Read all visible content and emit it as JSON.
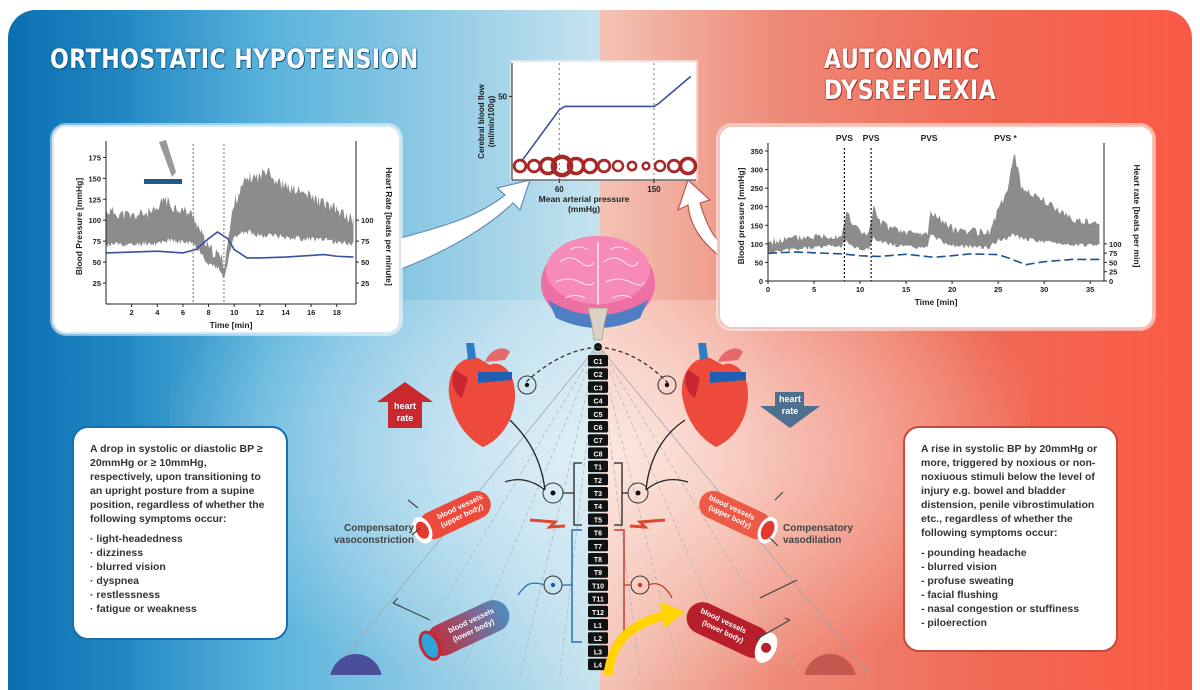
{
  "left": {
    "title": "ORTHOSTATIC HYPOTENSION",
    "accent": "#0a6fb0",
    "heart_rate_arrow": {
      "label_line1": "heart",
      "label_line2": "rate",
      "direction": "up",
      "color": "#c8282e"
    },
    "vessel_upper_label": {
      "line1": "blood vessels",
      "line2": "(upper body)"
    },
    "vessel_lower_label": {
      "line1": "blood vessels",
      "line2": "(lower body)"
    },
    "compensation_label": {
      "line1": "Compensatory",
      "line2": "vasoconstriction"
    },
    "definition": {
      "text": "A drop in systolic or diastolic BP ≥ 20mmHg or ≥ 10mmHg, respectively, upon transitioning to an upright posture from a supine position, regardless of whether the following symptoms occur:",
      "bullet": "·",
      "symptoms": [
        "light-headedness",
        "dizziness",
        "blurred vision",
        "dyspnea",
        "restlessness",
        "fatigue or weakness"
      ]
    }
  },
  "right": {
    "title": "AUTONOMIC DYSREFLEXIA",
    "accent": "#f05a46",
    "heart_rate_arrow": {
      "label_line1": "heart",
      "label_line2": "rate",
      "direction": "down",
      "color": "#4f6f8f"
    },
    "vessel_upper_label": {
      "line1": "blood vessels",
      "line2": "(upper body)"
    },
    "vessel_lower_label": {
      "line1": "blood vessels",
      "line2": "(lower body)"
    },
    "compensation_label": {
      "line1": "Compensatory",
      "line2": "vasodilation"
    },
    "definition": {
      "text": "A rise in systolic BP by 20mmHg or more, triggered by noxious or non-noxiuous stimuli below the level of injury e.g. bowel and bladder distension, penile vibrostimulation etc., regardless of whether the following symptoms occur:",
      "bullet": "-",
      "symptoms": [
        "pounding headache",
        "blurred vision",
        "profuse sweating",
        "facial flushing",
        "nasal congestion or stuffiness",
        "piloerection"
      ]
    }
  },
  "spine": {
    "segments": [
      "C1",
      "C2",
      "C3",
      "C4",
      "C5",
      "C6",
      "C7",
      "C8",
      "T1",
      "T2",
      "T3",
      "T4",
      "T5",
      "T6",
      "T7",
      "T8",
      "T9",
      "T10",
      "T11",
      "T12",
      "L1",
      "L2",
      "L3",
      "L4"
    ]
  },
  "chart_data": [
    {
      "id": "oh-chart",
      "type": "area",
      "title": "",
      "xlabel": "Time [min]",
      "ylabel": "Blood Pressure [mmHg]",
      "y2label": "Heart Rate [beats per minute]",
      "x_ticks": [
        2,
        4,
        6,
        8,
        10,
        12,
        14,
        16,
        18
      ],
      "y_ticks": [
        25,
        50,
        75,
        100,
        125,
        150,
        175
      ],
      "y2_ticks": [
        25,
        50,
        75,
        100
      ],
      "xlim": [
        0,
        19.5
      ],
      "ylim": [
        0,
        185
      ],
      "markers_x": [
        6.8,
        9.2
      ],
      "series": [
        {
          "name": "Blood pressure (systolic-diastolic band)",
          "color": "#8c8c8c",
          "x": [
            0,
            1,
            2,
            3,
            4,
            4.5,
            5,
            6,
            6.8,
            7.5,
            8,
            9,
            9.2,
            10,
            11,
            12,
            12.7,
            13,
            14,
            15,
            16,
            17,
            18,
            19.3
          ],
          "upper": [
            112,
            108,
            105,
            108,
            110,
            128,
            118,
            112,
            106,
            82,
            66,
            56,
            45,
            122,
            150,
            152,
            165,
            150,
            140,
            135,
            128,
            120,
            112,
            100
          ],
          "lower": [
            70,
            72,
            70,
            73,
            72,
            76,
            75,
            74,
            72,
            60,
            48,
            40,
            30,
            82,
            86,
            82,
            82,
            82,
            80,
            78,
            78,
            76,
            74,
            72
          ]
        },
        {
          "name": "Heart rate",
          "color": "#3a4fa0",
          "x": [
            0,
            2,
            4,
            6,
            7,
            8,
            8.7,
            9.5,
            10,
            11,
            12,
            14,
            16,
            17,
            18,
            19.3
          ],
          "values": [
            61,
            62,
            63,
            61,
            65,
            78,
            86,
            78,
            65,
            55,
            55,
            56,
            58,
            59,
            57,
            56
          ]
        }
      ]
    },
    {
      "id": "autoregulation-chart",
      "type": "line",
      "title": "",
      "xlabel": "Mean arterial pressure (mmHg)",
      "ylabel": "Cerebral blood flow (ml/min/100g)",
      "x_ticks": [
        60,
        150
      ],
      "y_ticks": [
        50
      ],
      "markers_x": [
        60,
        150
      ],
      "series": [
        {
          "name": "Cerebral blood flow",
          "color": "#3a4fa0",
          "x": [
            25,
            60,
            65,
            150,
            155,
            185
          ],
          "values": [
            12,
            42,
            44,
            44,
            46,
            62
          ]
        }
      ],
      "vessel_diameters": [
        14,
        14,
        18,
        22,
        18,
        16,
        14,
        12,
        10,
        8,
        12,
        14,
        18
      ]
    },
    {
      "id": "ad-chart",
      "type": "area",
      "title": "",
      "xlabel": "Time [min]",
      "ylabel": "Blood pressure [mmHg]",
      "y2label": "Heart rate [beats per min]",
      "x_ticks": [
        0,
        5,
        10,
        15,
        20,
        25,
        30,
        35
      ],
      "y_ticks": [
        0,
        50,
        100,
        150,
        200,
        250,
        300,
        350
      ],
      "y2_ticks": [
        0,
        25,
        50,
        75,
        100
      ],
      "xlim": [
        0,
        36.5
      ],
      "ylim": [
        0,
        350
      ],
      "annotations": [
        {
          "x": 8.3,
          "label": "PVS"
        },
        {
          "x": 11.2,
          "label": "PVS"
        },
        {
          "x": 17.5,
          "label": "PVS"
        },
        {
          "x": 25.8,
          "label": "PVS",
          "extra": "*"
        }
      ],
      "markers_x": [
        8.3,
        11.2
      ],
      "series": [
        {
          "name": "Blood pressure (band)",
          "color": "#8c8c8c",
          "x": [
            0,
            2,
            4,
            6,
            8,
            8.5,
            9,
            10,
            11,
            11.5,
            12,
            14,
            16,
            17.4,
            17.6,
            19,
            20,
            22,
            24,
            25,
            26,
            26.7,
            27.5,
            30,
            33,
            36
          ],
          "upper": [
            105,
            112,
            118,
            122,
            122,
            190,
            160,
            135,
            128,
            205,
            160,
            135,
            128,
            125,
            190,
            160,
            140,
            135,
            130,
            190,
            240,
            350,
            255,
            215,
            170,
            150
          ],
          "lower": [
            75,
            82,
            88,
            92,
            95,
            110,
            95,
            85,
            88,
            118,
            108,
            95,
            90,
            90,
            125,
            105,
            95,
            92,
            90,
            110,
            115,
            125,
            115,
            105,
            98,
            95
          ]
        },
        {
          "name": "Heart rate",
          "color": "#1e4f8f",
          "dashed": true,
          "x": [
            0,
            3,
            5,
            8,
            10,
            12,
            15,
            18,
            20,
            22,
            25,
            26,
            28,
            30,
            33,
            36
          ],
          "values": [
            75,
            78,
            76,
            73,
            68,
            66,
            72,
            64,
            68,
            73,
            71,
            63,
            44,
            52,
            58,
            58
          ]
        }
      ]
    }
  ]
}
